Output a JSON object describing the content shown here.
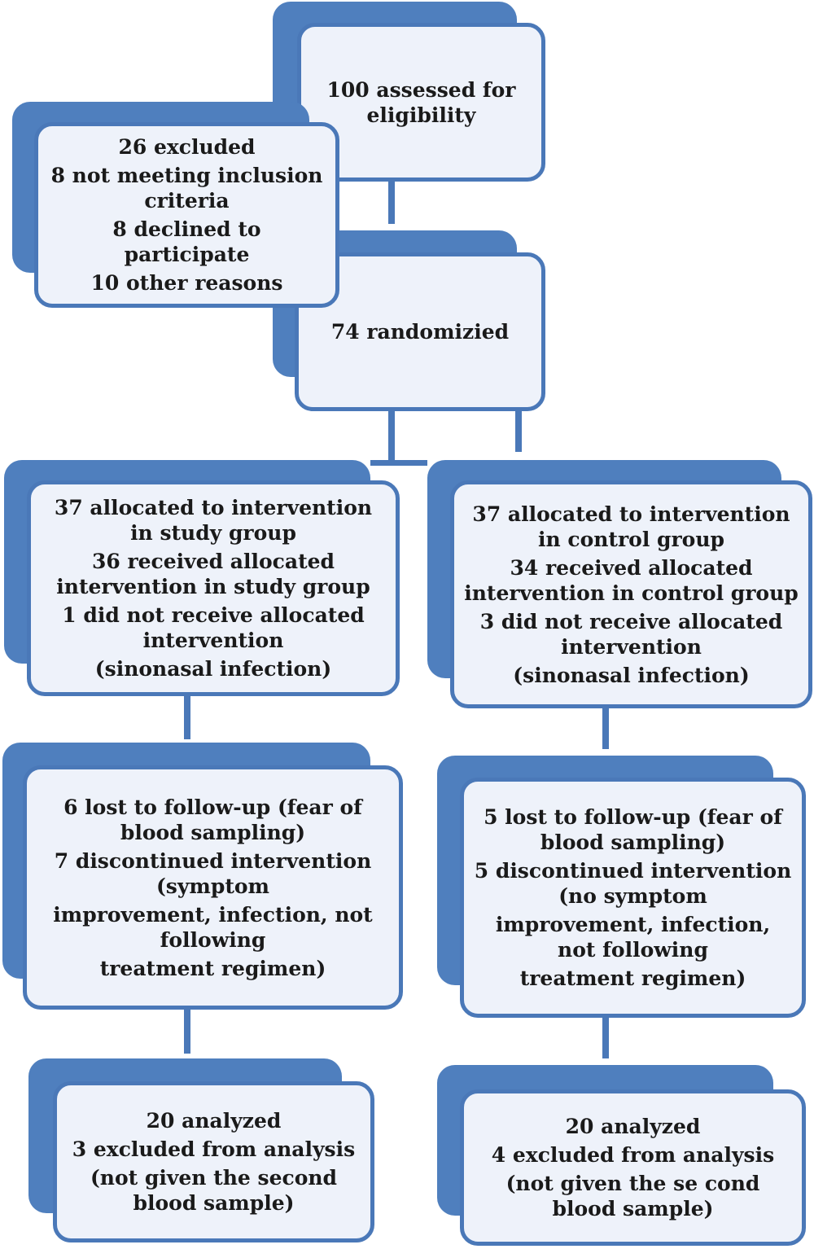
{
  "boxes": {
    "assessed": {
      "lines": [
        "100 assessed for eligibility"
      ]
    },
    "excluded": {
      "lines": [
        "26 excluded",
        "8 not meeting inclusion criteria",
        "8 declined to participate",
        "10 other reasons"
      ]
    },
    "randomized": {
      "lines": [
        "74 randomizied"
      ]
    },
    "alloc_study": {
      "lines": [
        "37 allocated to intervention in study group",
        "36 received allocated intervention in study group",
        "1 did not receive allocated intervention",
        "(sinonasal infection)"
      ]
    },
    "alloc_control": {
      "lines": [
        "37 allocated to intervention in control group",
        "34 received allocated intervention in control group",
        "3 did not receive allocated intervention",
        "(sinonasal infection)"
      ]
    },
    "followup_study": {
      "lines": [
        "6 lost to follow-up (fear of blood sampling)",
        "7 discontinued intervention (symptom",
        "improvement, infection, not following",
        "treatment regimen)"
      ]
    },
    "followup_control": {
      "lines": [
        "5 lost to follow-up (fear of blood sampling)",
        "5 discontinued intervention (no symptom",
        "improvement, infection, not following",
        "treatment regimen)"
      ]
    },
    "analysis_study": {
      "lines": [
        "20 analyzed",
        "3 excluded from analysis",
        "(not given the second blood sample)"
      ]
    },
    "analysis_control": {
      "lines": [
        "20 analyzed",
        "4 excluded from analysis",
        "(not given the se cond blood sample)"
      ]
    }
  },
  "colors": {
    "border": "#4a78b8",
    "shadow": "#4f7fbe",
    "fill": "#eef2fa"
  }
}
